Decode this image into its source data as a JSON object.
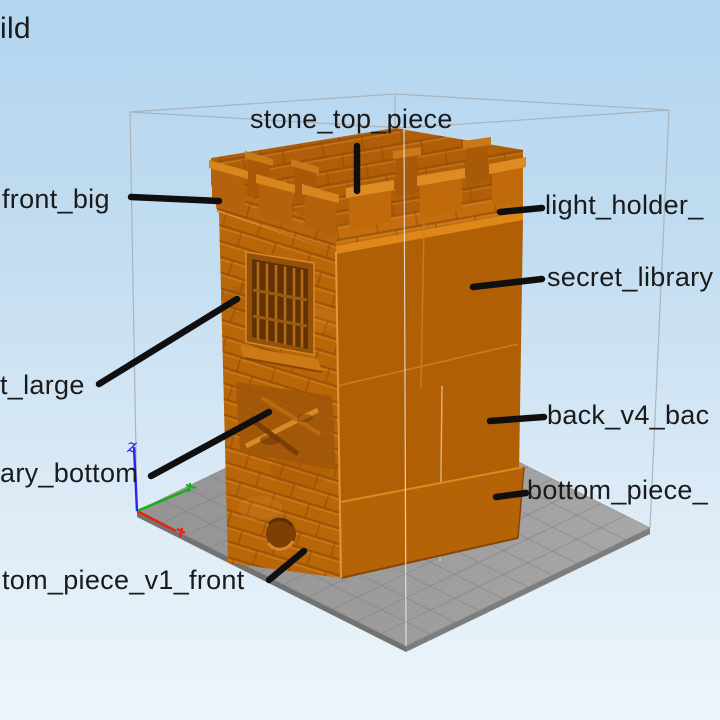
{
  "viewport": {
    "title_fragment": "ild",
    "axis": {
      "z_label": "z",
      "x_color": "#e8240e",
      "y_color": "#14b014",
      "z_color": "#2626ee"
    },
    "colors": {
      "background_top": "#b3d5ef",
      "background_bottom": "#eef5fa",
      "model_textured_face": "#b96608",
      "model_flat_face": "#b05f05",
      "model_top_band": "#e08719",
      "plate_gray": "#9b9b9b",
      "leader_line": "#0f0f0f",
      "bounds_wireframe": "#a7b0b8"
    }
  },
  "part_labels": [
    {
      "id": "stone_top_piece",
      "text": "stone_top_piece"
    },
    {
      "id": "front_big",
      "text": "front_big"
    },
    {
      "id": "light_holder",
      "text": "light_holder_"
    },
    {
      "id": "secret_library",
      "text": "secret_library"
    },
    {
      "id": "t_large",
      "text": "t_large"
    },
    {
      "id": "ary_bottom",
      "text": "ary_bottom"
    },
    {
      "id": "back_v4_bac",
      "text": "back_v4_bac"
    },
    {
      "id": "bottom_piece",
      "text": "bottom_piece_"
    },
    {
      "id": "tom_piece_v1_front",
      "text": "tom_piece_v1_front"
    }
  ]
}
